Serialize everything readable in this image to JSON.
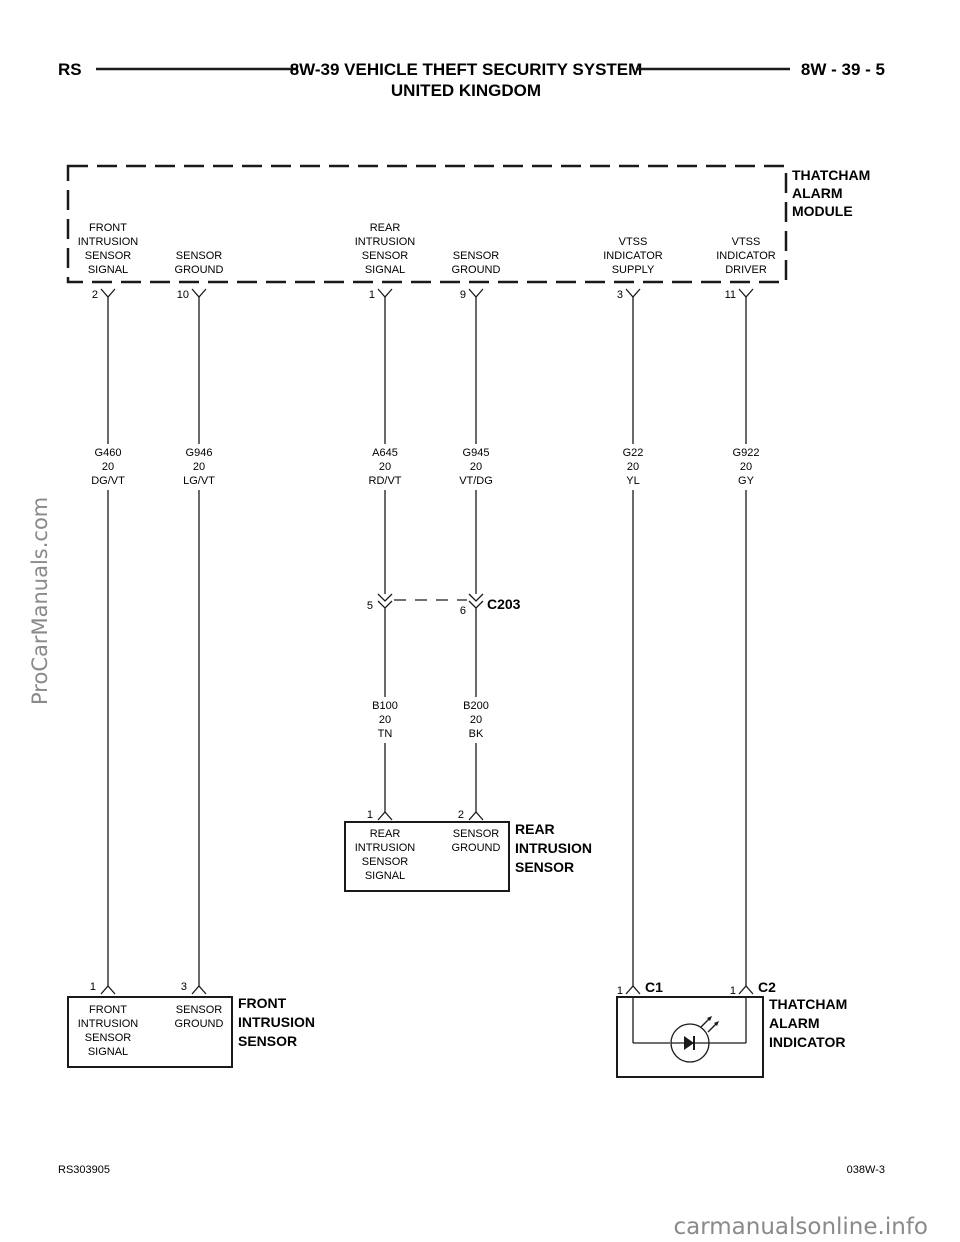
{
  "header": {
    "left": "RS",
    "title_line1": "8W-39 VEHICLE THEFT SECURITY SYSTEM",
    "title_line2": "UNITED KINGDOM",
    "right": "8W - 39 - 5"
  },
  "module": {
    "name": [
      "THATCHAM",
      "ALARM",
      "MODULE"
    ],
    "pins": [
      {
        "id": "front_signal",
        "pin": "2",
        "label": [
          "FRONT",
          "INTRUSION",
          "SENSOR",
          "SIGNAL"
        ]
      },
      {
        "id": "front_ground",
        "pin": "10",
        "label": [
          "SENSOR",
          "GROUND"
        ]
      },
      {
        "id": "rear_signal",
        "pin": "1",
        "label": [
          "REAR",
          "INTRUSION",
          "SENSOR",
          "SIGNAL"
        ]
      },
      {
        "id": "rear_ground",
        "pin": "9",
        "label": [
          "SENSOR",
          "GROUND"
        ]
      },
      {
        "id": "ind_supply",
        "pin": "3",
        "label": [
          "VTSS",
          "INDICATOR",
          "SUPPLY"
        ]
      },
      {
        "id": "ind_driver",
        "pin": "11",
        "label": [
          "VTSS",
          "INDICATOR",
          "DRIVER"
        ]
      }
    ]
  },
  "wires_upper": [
    {
      "circuit": "G460",
      "gauge": "20",
      "color": "DG/VT"
    },
    {
      "circuit": "G946",
      "gauge": "20",
      "color": "LG/VT"
    },
    {
      "circuit": "A645",
      "gauge": "20",
      "color": "RD/VT"
    },
    {
      "circuit": "G945",
      "gauge": "20",
      "color": "VT/DG"
    },
    {
      "circuit": "G22",
      "gauge": "20",
      "color": "YL"
    },
    {
      "circuit": "G922",
      "gauge": "20",
      "color": "GY"
    }
  ],
  "connector_c203": {
    "name": "C203",
    "pin_a": "5",
    "pin_b": "6"
  },
  "wires_lower": [
    {
      "circuit": "B100",
      "gauge": "20",
      "color": "TN"
    },
    {
      "circuit": "B200",
      "gauge": "20",
      "color": "BK"
    }
  ],
  "rear_sensor": {
    "name": [
      "REAR",
      "INTRUSION",
      "SENSOR"
    ],
    "pin_a": "1",
    "pin_b": "2",
    "label_a": [
      "REAR",
      "INTRUSION",
      "SENSOR",
      "SIGNAL"
    ],
    "label_b": [
      "SENSOR",
      "GROUND"
    ]
  },
  "front_sensor": {
    "name": [
      "FRONT",
      "INTRUSION",
      "SENSOR"
    ],
    "pin_a": "1",
    "pin_b": "3",
    "label_a": [
      "FRONT",
      "INTRUSION",
      "SENSOR",
      "SIGNAL"
    ],
    "label_b": [
      "SENSOR",
      "GROUND"
    ]
  },
  "indicator": {
    "name": [
      "THATCHAM",
      "ALARM",
      "INDICATOR"
    ],
    "pin_a": "1",
    "conn_a": "C1",
    "pin_b": "1",
    "conn_b": "C2"
  },
  "footer": {
    "left": "RS303905",
    "right": "038W-3"
  },
  "watermarks": {
    "side": "ProCarManuals.com",
    "bottom": "carmanualsonline.info"
  }
}
